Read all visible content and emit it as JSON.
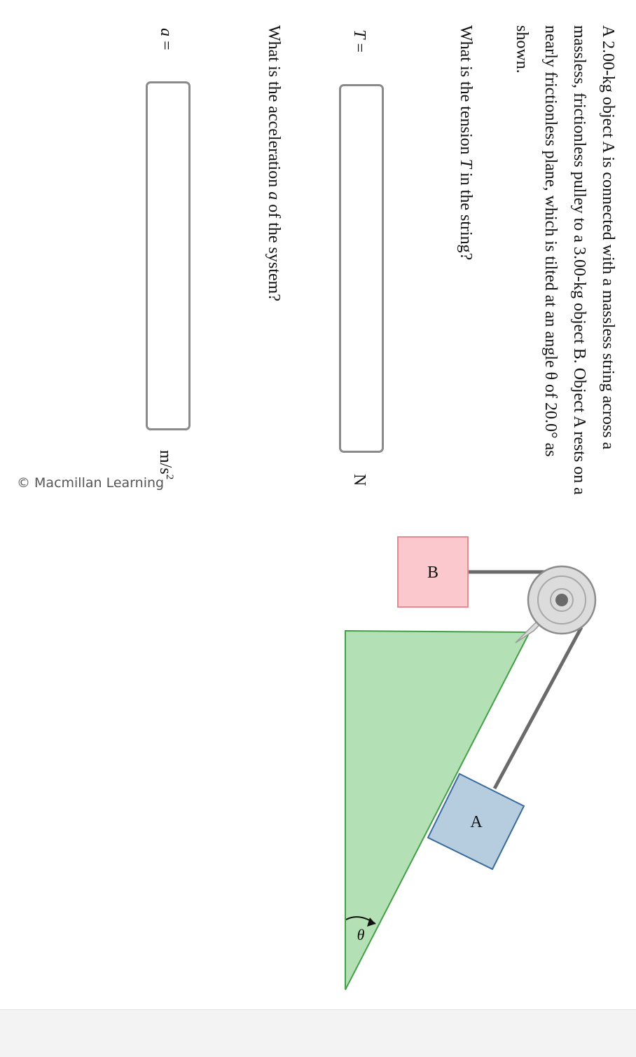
{
  "copyright": "© Macmillan Learning",
  "problem_text": "A 2.00-kg object A is connected with a massless string across a massless, frictionless pulley to a 3.00-kg object B. Object A rests on a nearly frictionless plane, which is tilted at an angle θ of 20.0° as shown.",
  "questions": [
    {
      "prompt_pre": "What is the tension ",
      "variable": "T",
      "prompt_post": " in the string?",
      "label": "=",
      "value": "",
      "unit": "N"
    },
    {
      "prompt_pre": "What is the acceleration ",
      "variable": "a",
      "prompt_post": " of the system?",
      "label": "=",
      "value": "",
      "unit_base": "m/s",
      "unit_exp": "2"
    }
  ],
  "diagram": {
    "block_A_label": "A",
    "block_B_label": "B",
    "angle_label": "θ",
    "colors": {
      "incline_fill": "#b3e0b5",
      "incline_stroke": "#43a047",
      "block_A_fill": "#b6cde0",
      "block_A_stroke": "#3a6b9c",
      "block_B_fill": "#fbc9cd",
      "block_B_stroke": "#e98a93",
      "string": "#6a6a6a",
      "pulley": "#dcdcdc"
    }
  }
}
